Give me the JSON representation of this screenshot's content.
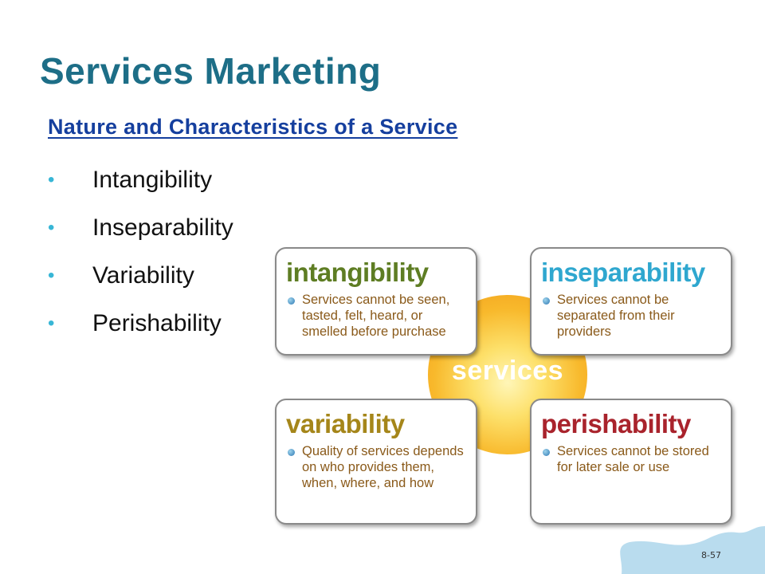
{
  "slide": {
    "title": "Services Marketing",
    "subtitle": "Nature and Characteristics of a Service",
    "bullets": [
      "Intangibility",
      "Inseparability",
      "Variability",
      "Perishability"
    ],
    "bullet_symbol": "•",
    "page_number": "8-57"
  },
  "diagram": {
    "center_label": "services",
    "cards": {
      "intangibility": {
        "heading": "intangibility",
        "text": "Services cannot be seen, tasted, felt, heard, or smelled before purchase"
      },
      "inseparability": {
        "heading": "inseparability",
        "text": "Services cannot be separated from their providers"
      },
      "variability": {
        "heading": "variability",
        "text": "Quality of services depends on who provides them, when, where, and how"
      },
      "perishability": {
        "heading": "perishability",
        "text": "Services cannot be stored for later sale or use"
      }
    }
  },
  "colors": {
    "title": "#1d6e87",
    "subtitle": "#153f9e",
    "bullet": "#38b6d6",
    "intangibility": "#5e7d23",
    "inseparability": "#2fa7cf",
    "variability": "#a5861a",
    "perishability": "#a9232c",
    "sun": "#f8b92c"
  }
}
